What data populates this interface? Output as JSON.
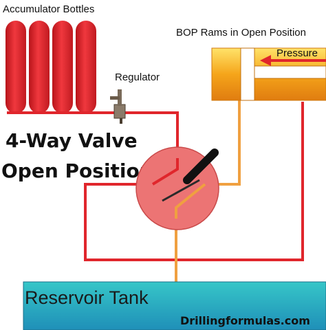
{
  "labels": {
    "accumulator": "Accumulator Bottles",
    "regulator": "Regulator",
    "bop": "BOP Rams in Open Position",
    "pressure": "Pressure",
    "valve_line1": "4-Way Valve",
    "valve_line2": "Open Position",
    "tank": "Reservoir Tank",
    "brand": "Drillingformulas.com"
  },
  "colors": {
    "accumulator": "#e8262c",
    "supply_line": "#e0262c",
    "return_line": "#f0a040",
    "valve_body": "#ec7474",
    "cylinder": "#f5b21e",
    "tank": "#2aa8b4"
  },
  "icons": {
    "regulator": "regulator-icon",
    "pressure_arrow": "arrow-left-icon",
    "valve_handle": "valve-handle-icon"
  }
}
